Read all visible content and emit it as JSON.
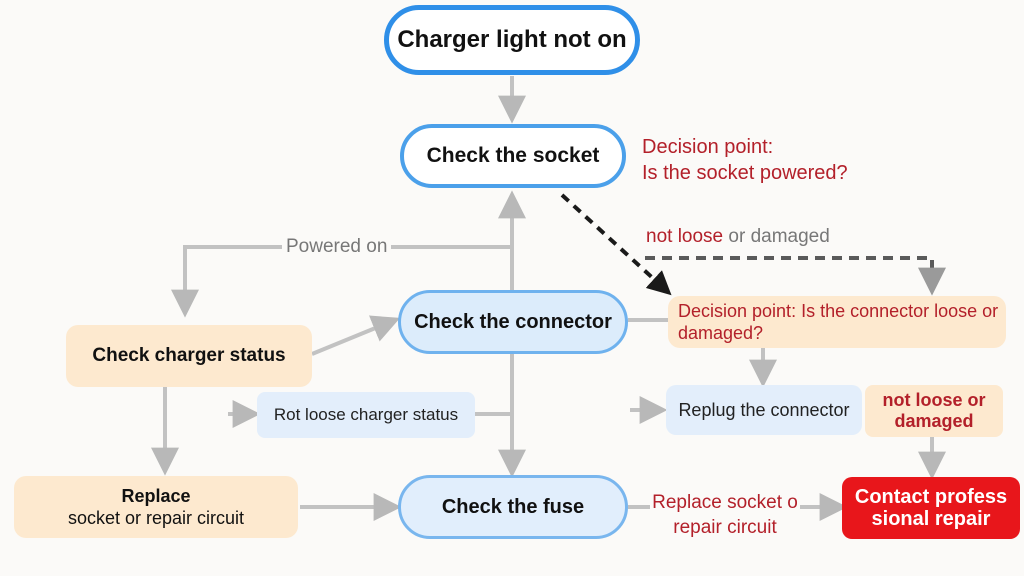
{
  "nodes": {
    "start": "Charger light not on",
    "socket": "Check the socket",
    "connector": "Check the connector",
    "fuse": "Check the fuse",
    "charger_status": "Check charger status",
    "replace_title": "Replace",
    "replace_sub": "socket or repair circuit",
    "rot_loose": "Rot loose charger status",
    "decision_connector": "Decision point: Is the connector loose or damaged?",
    "replug": "Replug the connector",
    "not_loose_box": "not loose or damaged",
    "contact": "Contact profess sional repair"
  },
  "labels": {
    "decision_socket_line1": "Decision point:",
    "decision_socket_line2": "Is the socket powered?",
    "not_loose_prefix": "not loose",
    "not_loose_suffix": " or damaged",
    "powered_on": "Powered on",
    "replace_socket": "Replace socket o repair circuit"
  },
  "colors": {
    "blue_border": "#2f8fe8",
    "peach": "#fde9cf",
    "red_text": "#b3202a",
    "contact_bg": "#e8161b",
    "arrow_gray": "#b8b8b8",
    "dashed": "#1a1a1a"
  }
}
